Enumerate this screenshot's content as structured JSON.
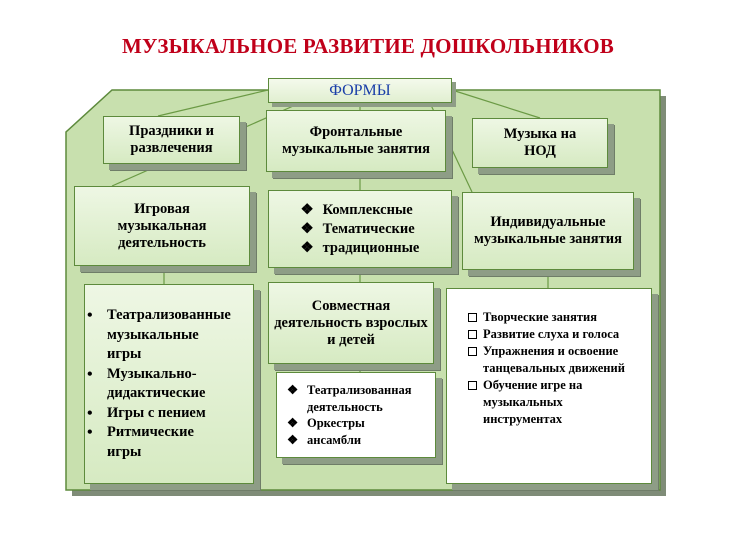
{
  "title": "МУЗЫКАЛЬНОЕ РАЗВИТИЕ ДОШКОЛЬНИКОВ",
  "forms_label": "ФОРМЫ",
  "row1": {
    "holidays": "Праздники и развлечения",
    "frontal": "Фронтальные музыкальные занятия",
    "music_nod": "Музыка на НОД"
  },
  "row2": {
    "game_activity": "Игровая музыкальная деятельность",
    "kinds": [
      "Комплексные",
      "Тематические",
      "традиционные"
    ],
    "individual": "Индивидуальные музыкальные занятия"
  },
  "row3": {
    "game_list": [
      "Театрализованные музыкальные игры",
      "Музыкально-дидактические",
      "Игры с пением",
      "Ритмические игры"
    ],
    "joint": "Совместная деятельность взрослых и детей",
    "individual_list": [
      "Творческие занятия",
      "Развитие слуха и голоса",
      "Упражнения и освоение танцевальных движений",
      "Обучение игре на музыкальных инструментах"
    ]
  },
  "row4": {
    "joint_list": [
      "Театрализованная деятельность",
      "Оркестры",
      "ансамбли"
    ]
  },
  "colors": {
    "title": "#c0001a",
    "forms": "#1a3fa8",
    "board": "#c8e0ae",
    "border": "#5d8a3c"
  }
}
